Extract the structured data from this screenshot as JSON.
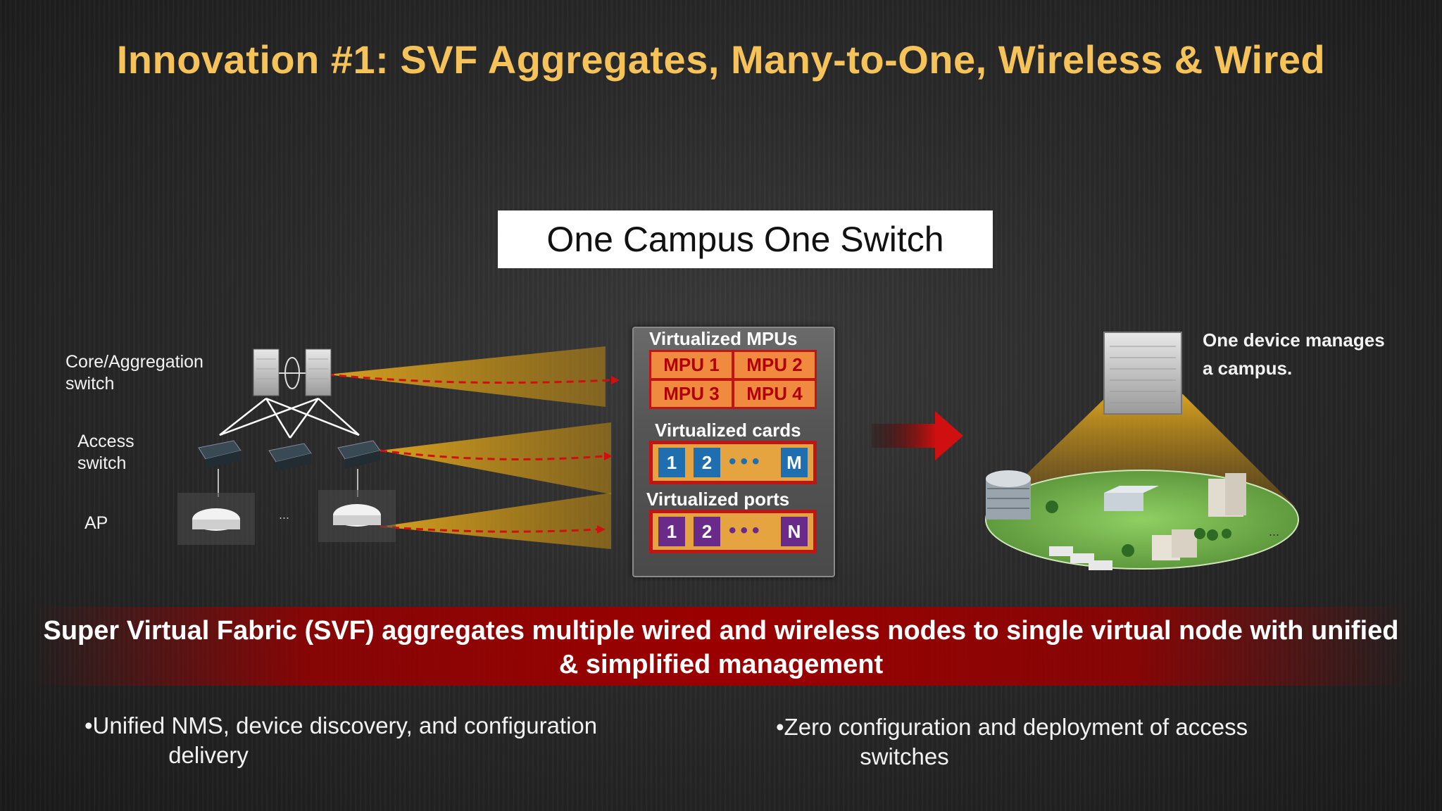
{
  "title": "Innovation #1: SVF Aggregates, Many-to-One, Wireless & Wired",
  "campus_box": "One Campus One Switch",
  "left_labels": {
    "core": "Core/Aggregation\nswitch",
    "access": "Access\nswitch",
    "ap": "AP",
    "ellipsis": "..."
  },
  "chassis": {
    "mpu_heading": "Virtualized MPUs",
    "mpus": [
      "MPU 1",
      "MPU 2",
      "MPU 3",
      "MPU 4"
    ],
    "cards_heading": "Virtualized cards",
    "cards": [
      "1",
      "2",
      "M"
    ],
    "ports_heading": "Virtualized ports",
    "ports": [
      "1",
      "2",
      "N"
    ],
    "dots": "•••"
  },
  "right": {
    "caption": "One device manages\na campus.",
    "ellipsis": "..."
  },
  "banner": "Super Virtual Fabric (SVF) aggregates multiple wired and wireless nodes to single virtual node with unified & simplified management",
  "bullets": [
    "•Unified NMS, device discovery, and configuration\n             delivery",
    "•Zero configuration and deployment of access\n             switches"
  ],
  "colors": {
    "title": "#f6c35a",
    "accent_red": "#c01515",
    "card_blue": "#1f6fb0",
    "port_purple": "#6a2a8a",
    "beam_gold": "#d9a11e"
  }
}
